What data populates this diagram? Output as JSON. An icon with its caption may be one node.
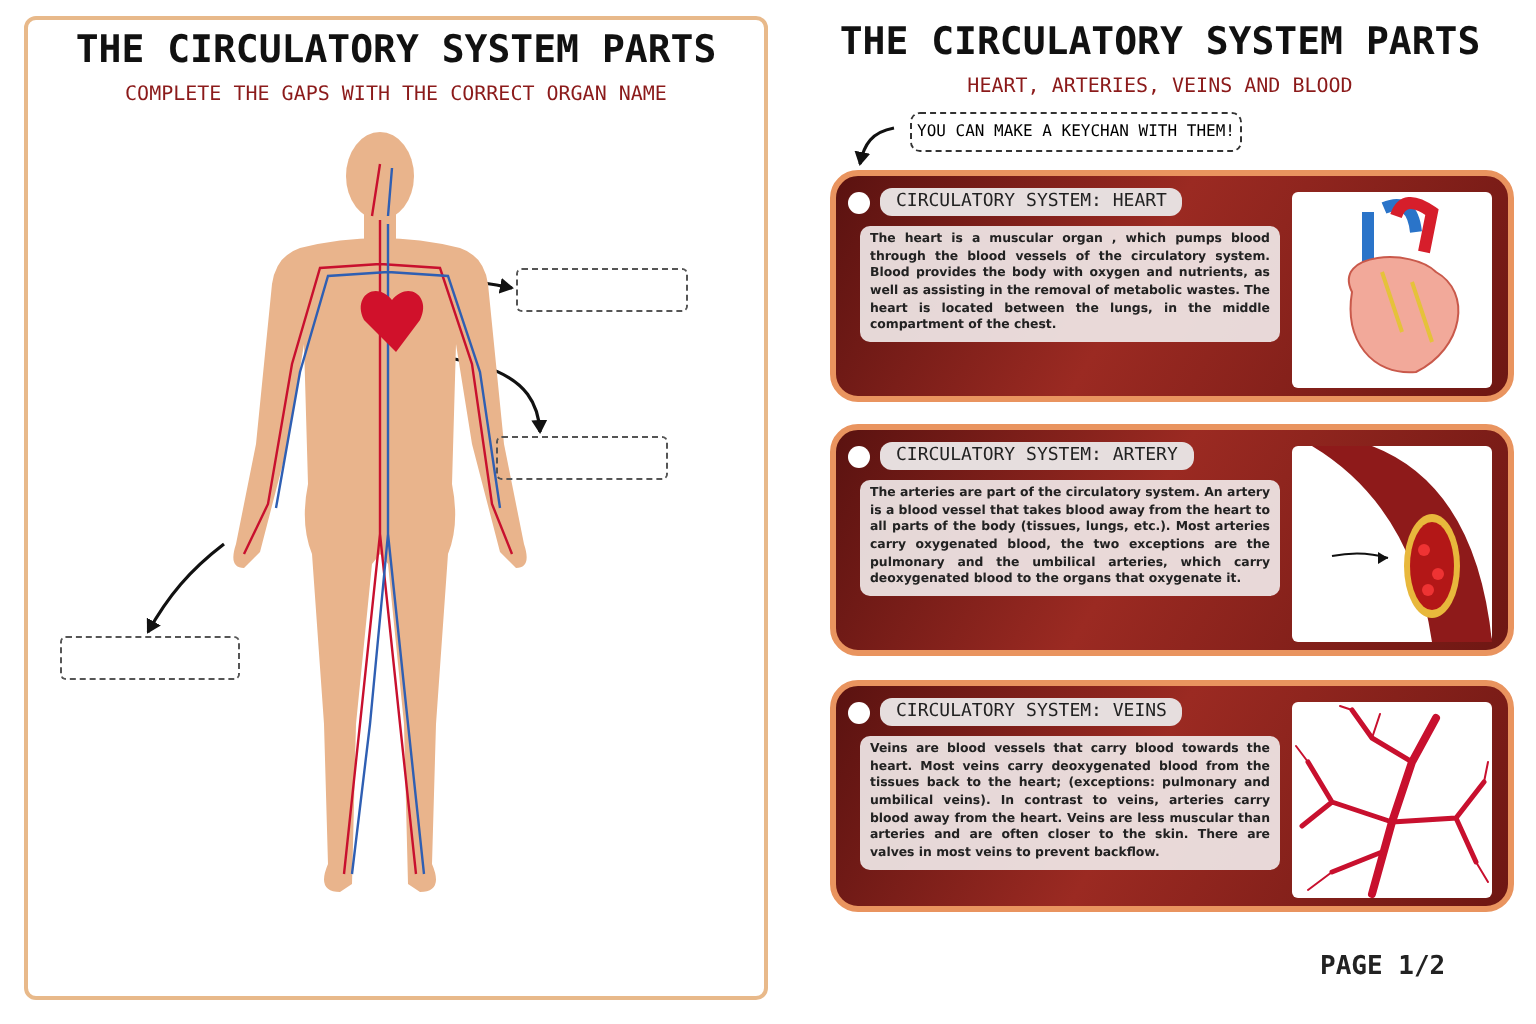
{
  "diagram": {
    "title": "THE CIRCULATORY SYSTEM PARTS",
    "nodes": [
      {
        "text": [],
        "shape": "picture"
      },
      {
        "text": [],
        "shape": "box"
      },
      {
        "text": [],
        "shape": "box"
      },
      {
        "text": [],
        "shape": "box"
      },
      {
        "text": [
          "YOU CAN MAKE A KEYCHAN WITH THEM!"
        ]
      },
      {
        "text": [
          "CIRCULATORY SYSTEM: HEART",
          "The heart is a muscular organ , which pumps blood through the blood vessels of the circulatory system. Blood provides the body with oxygen and nutrients, as well as assisting in the removal of metabolic wastes. The heart is located between the lungs, in the middle compartment of the chest."
        ]
      },
      {
        "text": [],
        "shape": "picture",
        "in": 5
      },
      {
        "text": [
          "CIRCULATORY SYSTEM: ARTERY",
          "The arteries are part of the circulatory system. An artery is a blood vessel that takes blood away from the heart to all parts of the body (tissues, lungs, etc.). Most arteries carry oxygenated blood, the two exceptions are the pulmonary and the umbilical arteries, which carry deoxygenated blood to the organs that oxygenate it."
        ]
      },
      {
        "text": [],
        "shape": "picture",
        "in": 7
      },
      {
        "text": [
          "CIRCULATORY SYSTEM: VEINS",
          "Veins are blood vessels that carry blood towards the heart. Most veins carry deoxygenated blood from the tissues back to the heart; (exceptions: pulmonary and umbilical veins). In contrast to veins, arteries carry blood away from the heart. Veins are less muscular than arteries and are often closer to the skin. There are valves in most veins to prevent backflow."
        ]
      },
      {
        "text": [],
        "shape": "picture",
        "in": 9
      }
    ],
    "edges": [
      {
        "from": 0,
        "to": 1,
        "arrow": "to"
      },
      {
        "from": 0,
        "to": 2,
        "arrow": "to"
      },
      {
        "from": 0,
        "to": 3,
        "arrow": "to"
      },
      {
        "from": 4,
        "to": 5,
        "arrow": "to"
      }
    ],
    "labels": [
      "COMPLETE THE GAPS WITH THE CORRECT ORGAN NAME",
      "THE CIRCULATORY SYSTEM PARTS",
      "HEART, ARTERIES, VEINS AND BLOOD",
      "PAGE 1/2"
    ]
  }
}
